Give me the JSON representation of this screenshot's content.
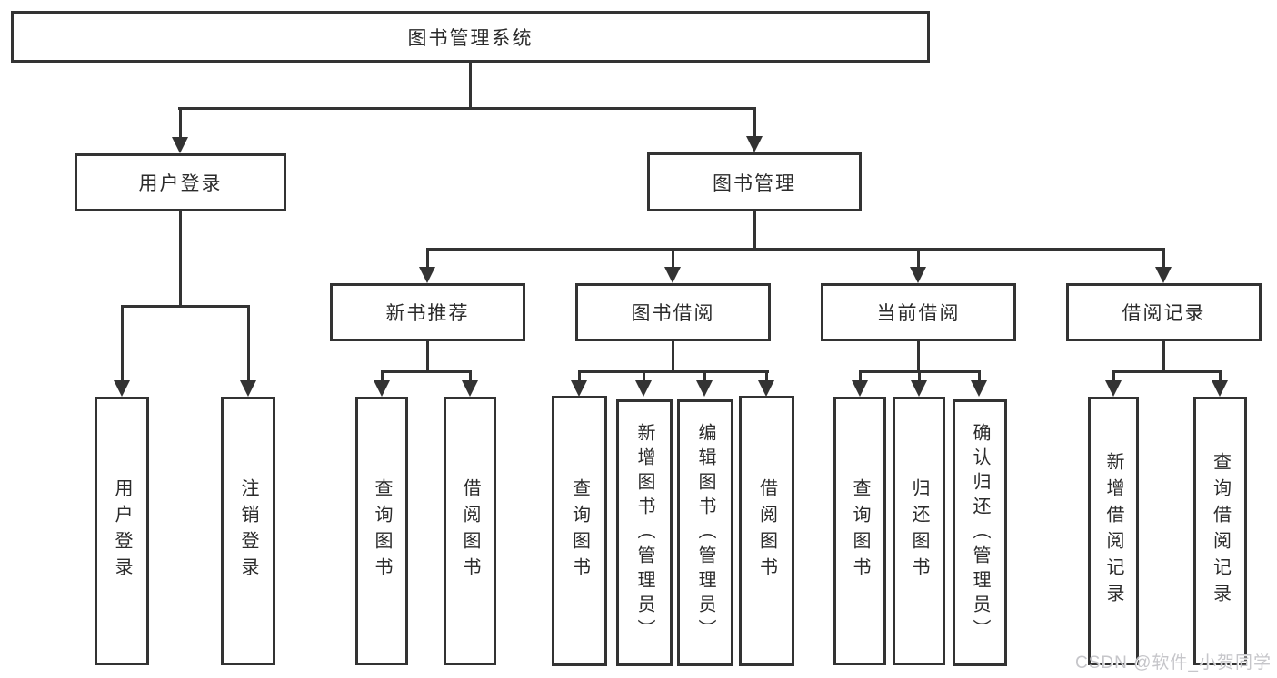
{
  "title": "图书管理系统",
  "watermark": "CSDN @软件_小贺同学",
  "colors": {
    "line": "#333333",
    "box_border": "#333333",
    "box_background": "#ffffff",
    "text": "#2b2b2b",
    "watermark_text": "#c6c6ca"
  },
  "nodes": {
    "root": "图书管理系统",
    "user_login": "用户登录",
    "book_mgmt": "图书管理",
    "new_book": "新书推荐",
    "book_borrow": "图书借阅",
    "current_borrow": "当前借阅",
    "borrow_record": "借阅记录",
    "leaf_user_login": "用户登录",
    "leaf_logout": "注销登录",
    "leaf_nb_query": "查询图书",
    "leaf_nb_borrow": "借阅图书",
    "leaf_bb_query": "查询图书",
    "leaf_bb_add": "新增图书（管理员）",
    "leaf_bb_edit": "编辑图书（管理员）",
    "leaf_bb_borrow": "借阅图书",
    "leaf_cb_query": "查询图书",
    "leaf_cb_return": "归还图书",
    "leaf_cb_confirm": "确认归还（管理员）",
    "leaf_br_add": "新增借阅记录",
    "leaf_br_query": "查询借阅记录"
  }
}
